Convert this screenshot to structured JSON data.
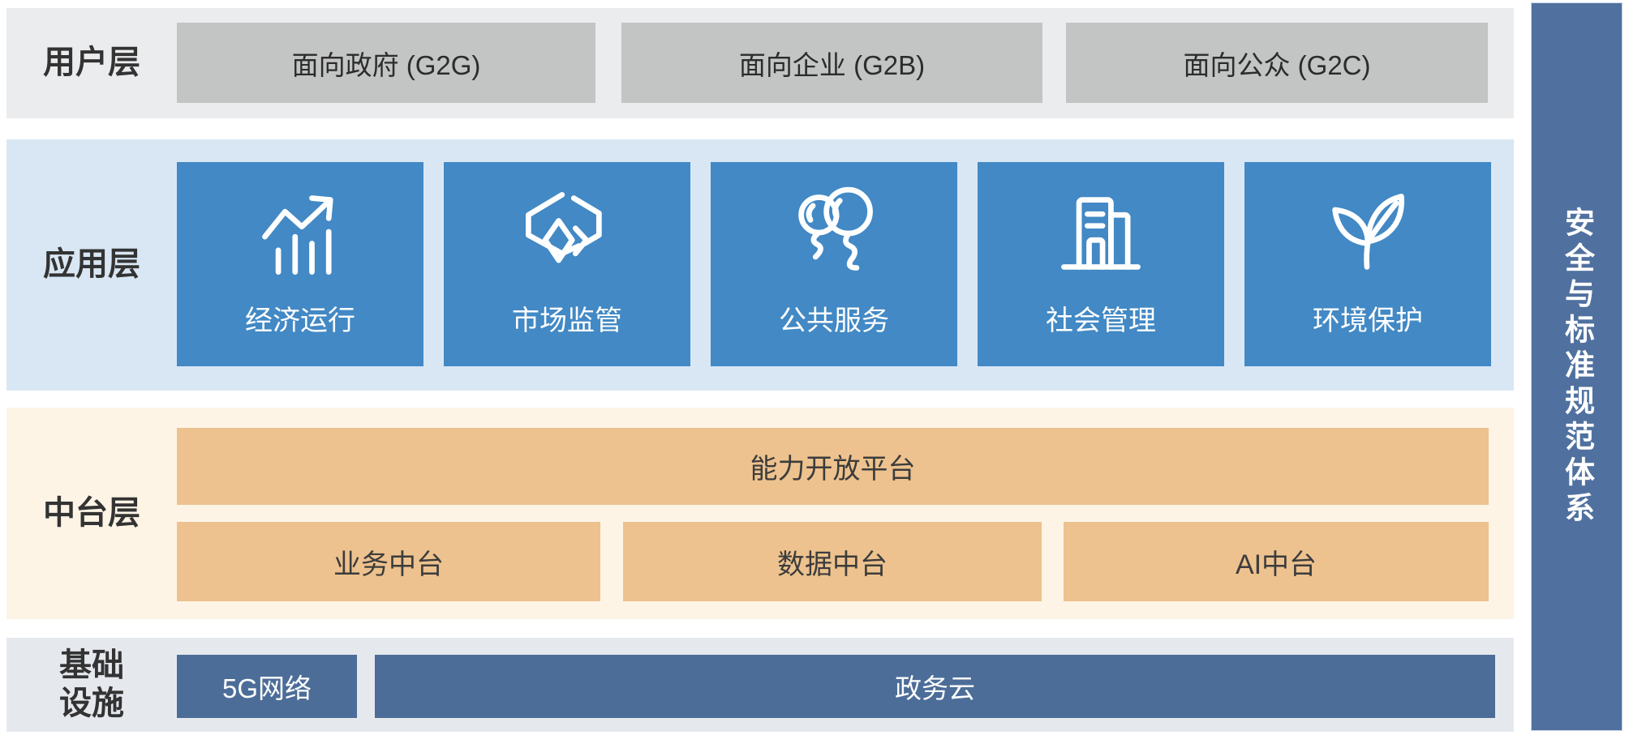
{
  "layers": {
    "user": {
      "label": "用户层",
      "boxes": [
        {
          "label": "面向政府 (G2G)"
        },
        {
          "label": "面向企业 (G2B)"
        },
        {
          "label": "面向公众 (G2C)"
        }
      ]
    },
    "application": {
      "label": "应用层",
      "boxes": [
        {
          "label": "经济运行",
          "icon": "trend-chart-icon"
        },
        {
          "label": "市场监管",
          "icon": "cube-hexagon-icon"
        },
        {
          "label": "公共服务",
          "icon": "balloons-icon"
        },
        {
          "label": "社会管理",
          "icon": "buildings-icon"
        },
        {
          "label": "环境保护",
          "icon": "leaves-icon"
        }
      ]
    },
    "middle": {
      "label": "中台层",
      "platform_box": {
        "label": "能力开放平台"
      },
      "boxes": [
        {
          "label": "业务中台"
        },
        {
          "label": "数据中台"
        },
        {
          "label": "AI中台"
        }
      ]
    },
    "infrastructure": {
      "label_lines": [
        "基础",
        "设施"
      ],
      "boxes": [
        {
          "label": "5G网络"
        },
        {
          "label": "政务云"
        }
      ]
    },
    "security": {
      "label": "安全与标准规范体系"
    }
  },
  "colors": {
    "user_layer_bg": "#ebeced",
    "user_box_bg": "#c3c4c4",
    "app_layer_bg": "#d9e7f4",
    "app_box_bg": "#4289c5",
    "middle_layer_bg": "#fdf4e6",
    "middle_box_bg": "#edc28e",
    "infra_layer_bg": "#e5e9ee",
    "infra_box_bg": "#4c6d98",
    "security_bar_bg": "#50719f",
    "text_dark": "#333333"
  }
}
